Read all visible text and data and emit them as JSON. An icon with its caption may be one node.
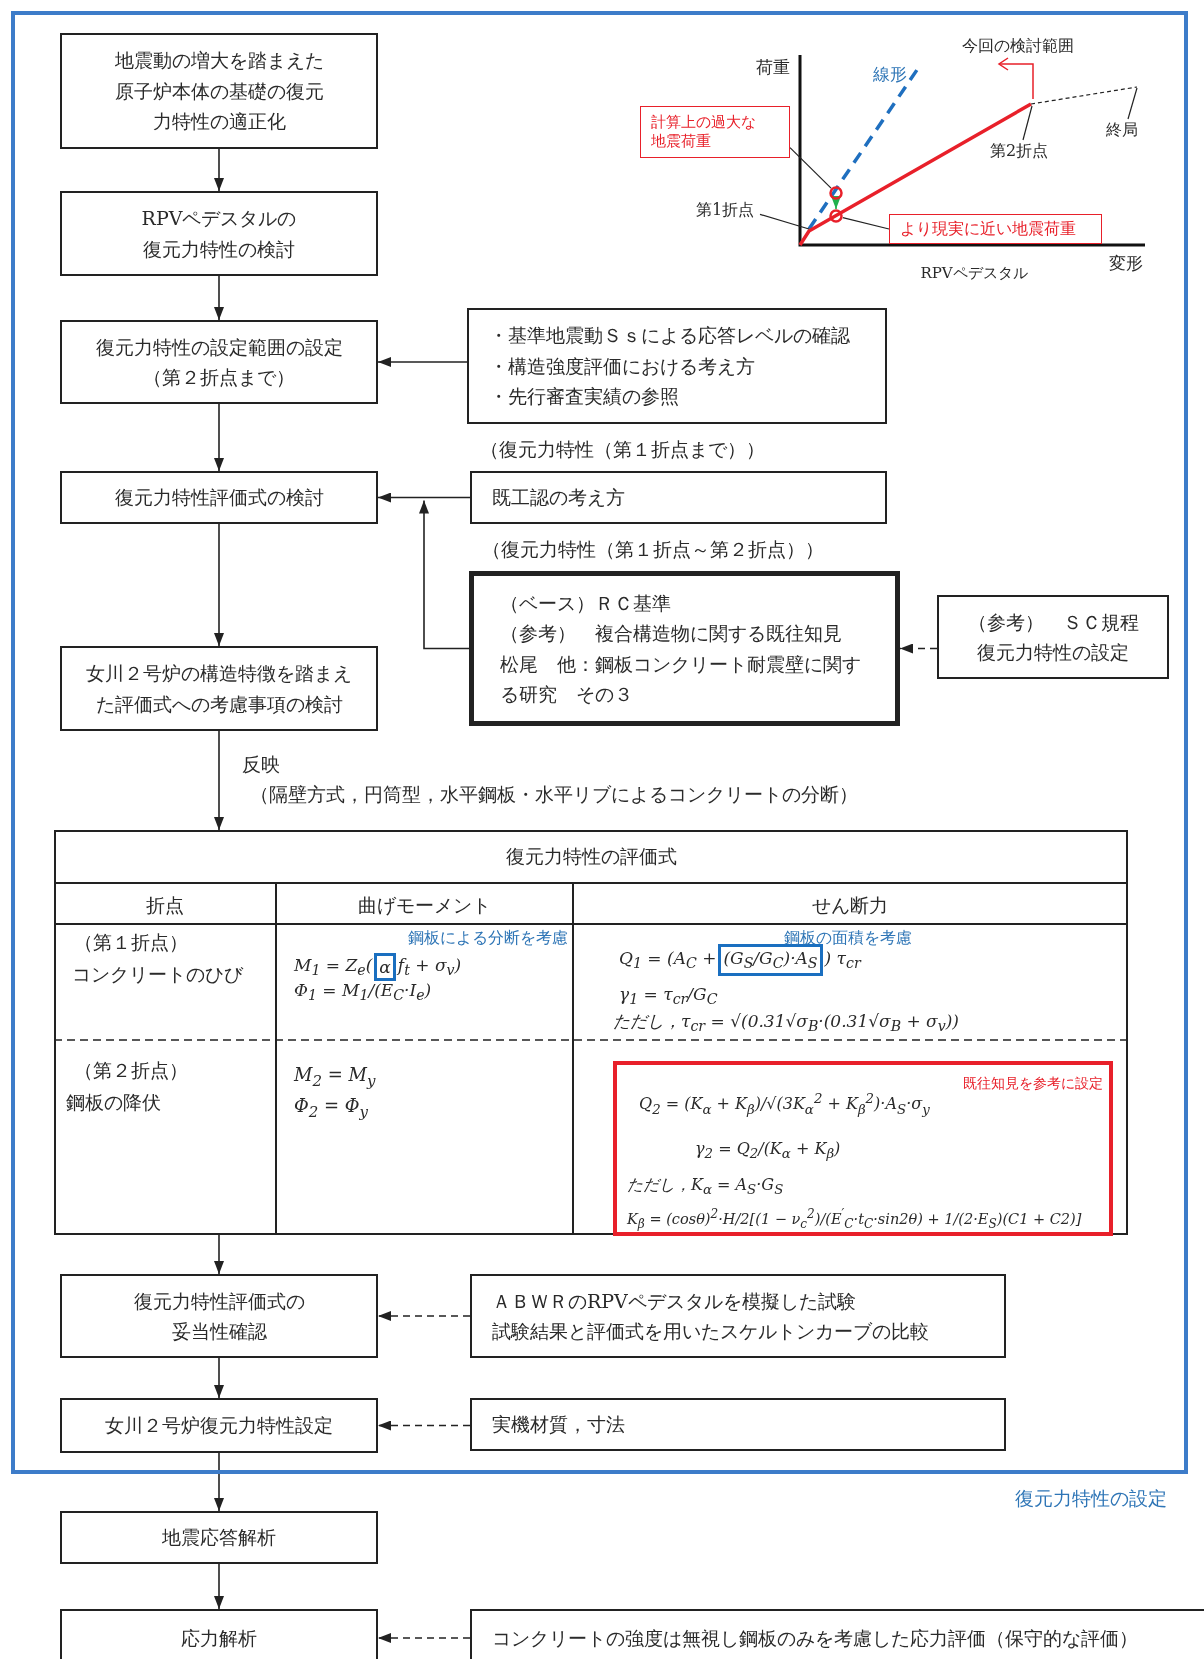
{
  "diagram": {
    "nodes": [
      {
        "text": [
          "復元力特性の設定"
        ]
      },
      {
        "text": [
          "地震動の増大を踏まえた原子炉本体の基礎の復元力特性の適正化"
        ],
        "in": 0
      },
      {
        "text": [
          "RPVペデスタルの復元力特性の検討"
        ],
        "in": 0
      },
      {
        "text": [
          "復元力特性の設定範囲の設定（第２折点まで）"
        ],
        "in": 0
      },
      {
        "text": [
          "・基準地震動Ｓｓによる応答レベルの確認",
          "・構造強度評価における考え方",
          "・先行審査実績の参照"
        ],
        "in": 0
      },
      {
        "text": [
          "復元力特性評価式の検討"
        ],
        "in": 0
      },
      {
        "text": [
          "（復元力特性（第１折点まで））",
          "既工認の考え方"
        ],
        "in": 0
      },
      {
        "text": [
          "（復元力特性（第１折点～第２折点））",
          "（ベース）ＲＣ基準",
          "（参考）　複合構造物に関する既往知見",
          "松尾　他：鋼板コンクリート耐震壁に関する研究　その３"
        ],
        "in": 0
      },
      {
        "text": [
          "（参考）　ＳＣ規程",
          "復元力特性の設定"
        ],
        "in": 0
      },
      {
        "text": [
          "女川２号炉の構造特徴を踏まえた評価式への考慮事項の検討"
        ],
        "in": 0
      },
      {
        "text": [
          "復元力特性の評価式"
        ],
        "in": 0
      },
      {
        "text": [
          "α"
        ],
        "in": 10
      },
      {
        "text": [
          "(G$_{S}$/G$_{C}$)·A$_{S}$"
        ],
        "in": 10
      },
      {
        "text": [
          "既往知見を参考に設定",
          "Q$_{2}$ = (K$_{α}$ + K$_{β}$)/√(3K$_{α}$$^{2}$ + K$_{β}$$^{2}$)·A$_{S}$·σ$_{y}$",
          "γ$_{2}$ = Q$_{2}$/(K$_{α}$ + K$_{β}$)",
          "ただし，K$_{α}$ = A$_{S}$·G$_{S}$",
          "K$_{β}$ = (cosθ)$^{2}$·H/2[(1 − ν$_{c}$$^{2}$)/(E$^{′}$$_{C}$·t$_{C}$·sin2θ) + 1/(2·E$_{S}$)(C1 + C2)]"
        ],
        "in": 10
      },
      {
        "text": [
          "復元力特性評価式の妥当性確認"
        ],
        "in": 0
      },
      {
        "text": [
          "ＡＢＷＲのRPVペデスタルを模擬した試験",
          "試験結果と評価式を用いたスケルトンカーブの比較"
        ],
        "in": 0
      },
      {
        "text": [
          "女川２号炉復元力特性設定"
        ],
        "in": 0
      },
      {
        "text": [
          "実機材質，寸法"
        ],
        "in": 0
      },
      {
        "text": [
          "地震応答解析"
        ]
      },
      {
        "text": [
          "応力解析"
        ]
      },
      {
        "text": [
          "コンクリートの強度は無視し鋼板のみを考慮した応力評価（保守的な評価）"
        ]
      },
      {
        "text": [
          "計算上の過大な地震荷重"
        ],
        "in": 0
      },
      {
        "text": [
          "より現実に近い地震荷重"
        ],
        "in": 0
      },
      {
        "text": [],
        "shape": "circle",
        "in": 0
      },
      {
        "text": [],
        "shape": "circle",
        "in": 0
      },
      {
        "text": [
          "第1折点"
        ],
        "in": 0
      },
      {
        "text": [
          "第2折点"
        ],
        "in": 0
      },
      {
        "text": [
          "終局"
        ],
        "in": 0
      }
    ],
    "edges": [
      {
        "from": 1,
        "to": 2,
        "arrow": "to"
      },
      {
        "from": 2,
        "to": 3,
        "arrow": "to"
      },
      {
        "from": 4,
        "to": 3,
        "arrow": "to"
      },
      {
        "from": 3,
        "to": 5,
        "arrow": "to"
      },
      {
        "from": 6,
        "to": 5,
        "arrow": "to"
      },
      {
        "from": 7,
        "to": 5,
        "arrow": "to"
      },
      {
        "from": 8,
        "to": 7,
        "arrow": "to",
        "style": "dashed"
      },
      {
        "from": 5,
        "to": 9,
        "arrow": "to"
      },
      {
        "from": 9,
        "to": 10,
        "arrow": "to",
        "label": "反映"
      },
      {
        "from": 10,
        "to": 14,
        "arrow": "to"
      },
      {
        "from": 15,
        "to": 14,
        "arrow": "to",
        "style": "dashed"
      },
      {
        "from": 14,
        "to": 16,
        "arrow": "to"
      },
      {
        "from": 17,
        "to": 16,
        "arrow": "to",
        "style": "dashed"
      },
      {
        "from": 16,
        "to": 18,
        "arrow": "to"
      },
      {
        "from": 18,
        "to": 19,
        "arrow": "to"
      },
      {
        "from": 20,
        "to": 19,
        "arrow": "to",
        "style": "dashed"
      },
      {
        "from": 21,
        "to": 23,
        "arrow": "none"
      },
      {
        "from": 22,
        "to": 24,
        "arrow": "none"
      },
      {
        "from": 23,
        "to": 24,
        "arrow": "to",
        "color": "#22b14c"
      },
      {
        "from": 25,
        "to": null,
        "arrow": "none"
      },
      {
        "from": 26,
        "to": null,
        "arrow": "none"
      },
      {
        "from": 27,
        "to": null,
        "arrow": "none"
      }
    ],
    "labels": [
      "荷重",
      "線形",
      "今回の検討範囲",
      "変形",
      "RPVペデスタル",
      "（隔壁方式，円筒型，水平鋼板・水平リブによるコンクリートの分断）",
      "折点",
      "曲げモーメント",
      "せん断力",
      "（第１折点）",
      "コンクリートのひび",
      "鋼板による分断を考慮",
      "M$_{1}$ = Z$_{e}$(",
      "f$_{t}$ + σ$_{v}$)",
      "Φ$_{1}$ = M$_{1}$/(E$_{C}$·I$_{e}$)",
      "鋼板の面積を考慮",
      "Q$_{1}$ = (A$_{C}$ +",
      ") τ$_{cr}$",
      "γ$_{1}$ = τ$_{cr}$/G$_{C}$",
      "ただし，τ$_{cr}$ = √(0.31√σ$_{B}$·(0.31√σ$_{B}$ + σ$_{v}$))",
      "（第２折点）",
      "鋼板の降伏",
      "M$_{2}$ = M$_{y}$",
      "Φ$_{2}$ = Φ$_{y}$"
    ]
  }
}
